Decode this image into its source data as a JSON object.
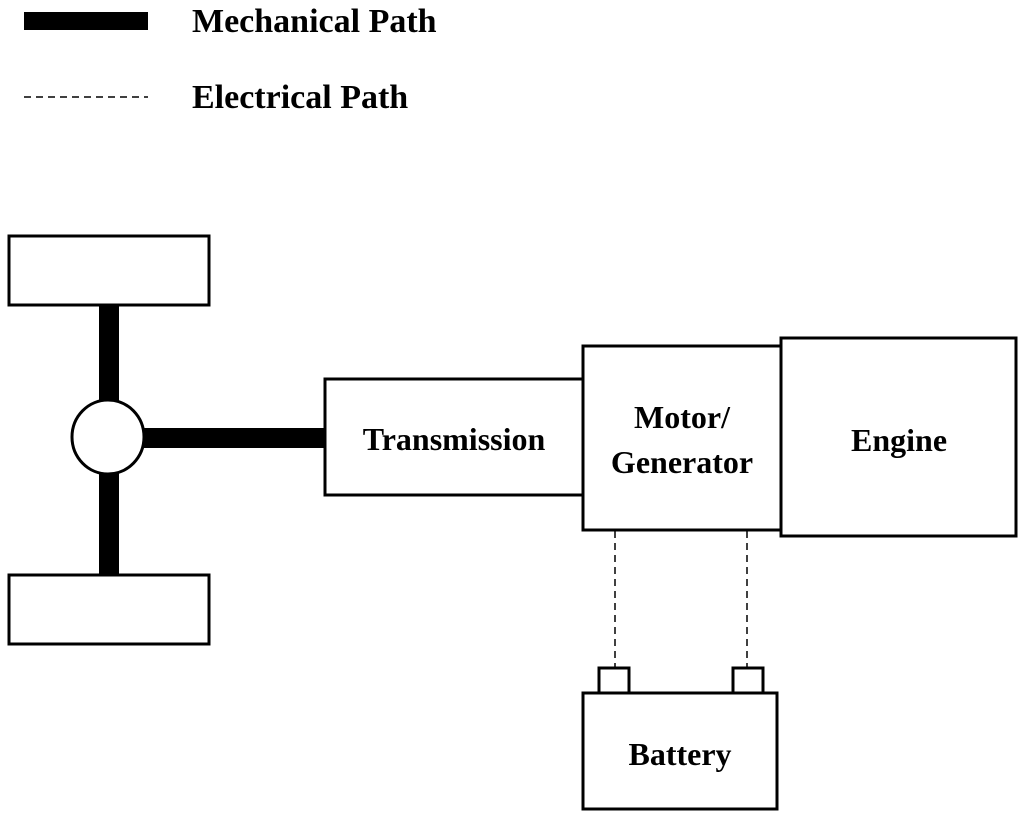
{
  "legend": {
    "mechanical_label": "Mechanical Path",
    "electrical_label": "Electrical Path"
  },
  "components": {
    "transmission": "Transmission",
    "motor_line1": "Motor/",
    "motor_line2": "Generator",
    "engine": "Engine",
    "battery": "Battery"
  },
  "colors": {
    "stroke": "#000000",
    "background": "#ffffff"
  }
}
